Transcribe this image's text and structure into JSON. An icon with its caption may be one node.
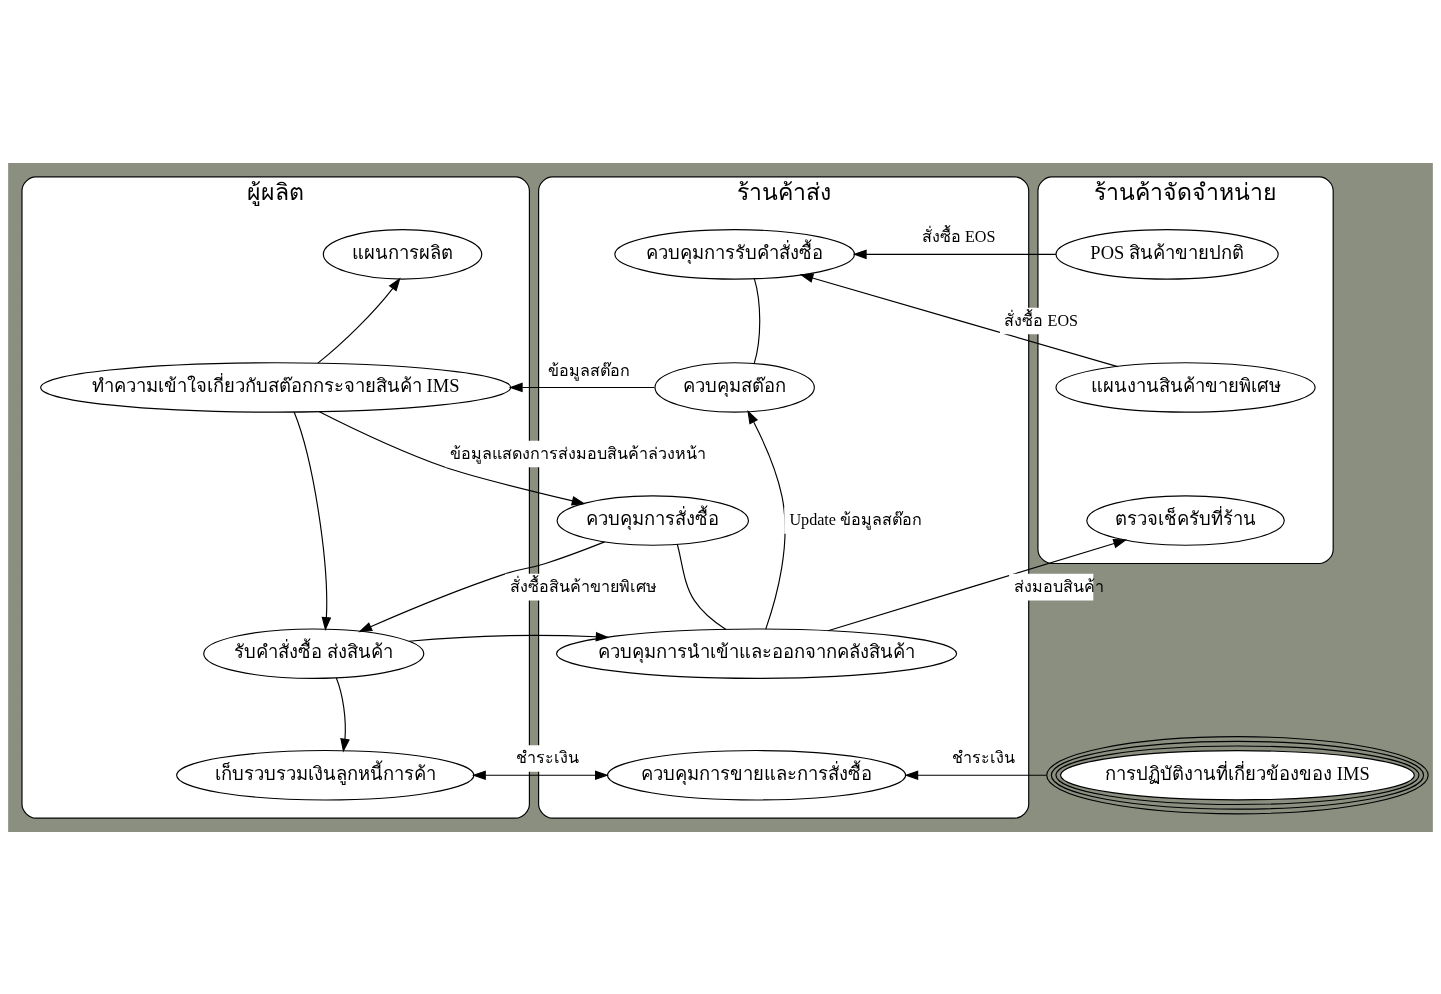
{
  "diagram": {
    "nodes": [
      {
        "text": [
          "ผู้ผลิต"
        ]
      },
      {
        "text": [
          "ร้านค้าส่ง"
        ]
      },
      {
        "text": [
          "ร้านค้าจัดจำหน่าย"
        ]
      },
      {
        "text": [
          "แผนการผลิต"
        ],
        "in": 0
      },
      {
        "text": [
          "ทำความเข้าใจเกี่ยวกับสต๊อกกระจายสินค้า IMS"
        ],
        "in": 0
      },
      {
        "text": [
          "รับคำสั่งซื้อ ส่งสินค้า"
        ],
        "in": 0
      },
      {
        "text": [
          "เก็บรวบรวมเงินลูกหนี้การค้า"
        ],
        "in": 0
      },
      {
        "text": [
          "ควบคุมการรับคำสั่งซื้อ"
        ],
        "in": 1
      },
      {
        "text": [
          "ควบคุมสต๊อก"
        ],
        "in": 1
      },
      {
        "text": [
          "ควบคุมการสั่งซื้อ"
        ],
        "in": 1
      },
      {
        "text": [
          "ควบคุมการนำเข้าและออกจากคลังสินค้า"
        ],
        "in": 1
      },
      {
        "text": [
          "ควบคุมการขายและการสั่งซื้อ"
        ],
        "in": 1
      },
      {
        "text": [
          "POS สินค้าขายปกติ"
        ],
        "in": 2
      },
      {
        "text": [
          "แผนงานสินค้าขายพิเศษ"
        ],
        "in": 2
      },
      {
        "text": [
          "ตรวจเช็ครับที่ร้าน"
        ],
        "in": 2
      },
      {
        "text": [
          "การปฏิบัติงานที่เกี่ยวข้องของ IMS"
        ]
      }
    ],
    "edges": [
      {
        "from": 4,
        "to": 3,
        "arrow": "to"
      },
      {
        "from": 4,
        "to": 5,
        "arrow": "to"
      },
      {
        "from": 5,
        "to": 6,
        "arrow": "to"
      },
      {
        "from": 8,
        "to": 4,
        "arrow": "to",
        "label": "ข้อมูลสต๊อก"
      },
      {
        "from": 4,
        "to": 9,
        "arrow": "to",
        "label": "ข้อมูลแสดงการส่งมอบสินค้าล่วงหน้า"
      },
      {
        "from": 9,
        "to": 5,
        "arrow": "to",
        "label": "สั่งซื้อสินค้าขายพิเศษ"
      },
      {
        "from": 5,
        "to": 10,
        "arrow": "to"
      },
      {
        "from": 7,
        "to": 8,
        "arrow": "none"
      },
      {
        "from": 9,
        "to": 10,
        "arrow": "none"
      },
      {
        "from": 12,
        "to": 7,
        "arrow": "to",
        "label": "สั่งซื้อ EOS"
      },
      {
        "from": 13,
        "to": 7,
        "arrow": "to",
        "label": "สั่งซื้อ EOS"
      },
      {
        "from": 10,
        "to": 8,
        "arrow": "to",
        "label": "Update ข้อมูลสต๊อก"
      },
      {
        "from": 10,
        "to": 14,
        "arrow": "to",
        "label": "ส่งมอบสินค้า"
      },
      {
        "from": 6,
        "to": 11,
        "arrow": "both",
        "label": "ชำระเงิน"
      },
      {
        "from": 15,
        "to": 11,
        "arrow": "to",
        "label": "ชำระเงิน"
      }
    ]
  }
}
